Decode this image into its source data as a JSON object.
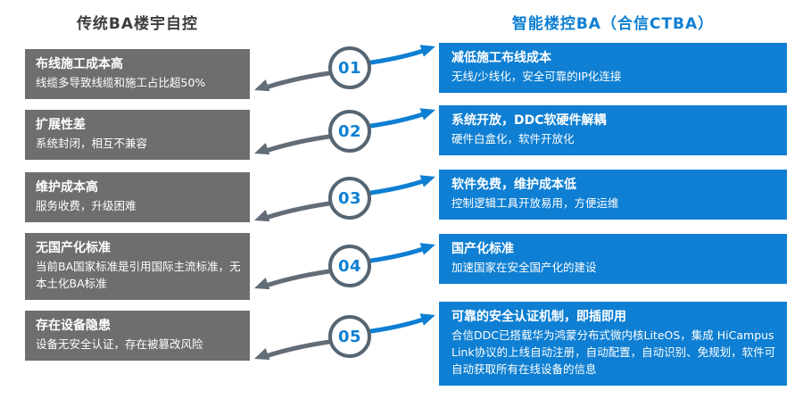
{
  "headers": {
    "left": "传统BA楼宇自控",
    "right": "智能楼控BA（合信CTBA）"
  },
  "colors": {
    "blue": "#0e7fd2",
    "gray_box": "#6e6e6e",
    "gray_arrow": "#636d77",
    "ring": "#566572"
  },
  "rows": [
    {
      "number": "01",
      "left": {
        "title": "布线施工成本高",
        "desc": "线缆多导致线缆和施工占比超50%"
      },
      "right": {
        "title": "减低施工布线成本",
        "desc": "无线/少线化，安全可靠的IP化连接"
      }
    },
    {
      "number": "02",
      "left": {
        "title": "扩展性差",
        "desc": "系统封闭，相互不兼容"
      },
      "right": {
        "title": "系统开放，DDC软硬件解耦",
        "desc": "硬件白盒化，软件开放化"
      }
    },
    {
      "number": "03",
      "left": {
        "title": "维护成本高",
        "desc": "服务收费，升级困难"
      },
      "right": {
        "title": "软件免费，维护成本低",
        "desc": "控制逻辑工具开放易用，方便运维"
      }
    },
    {
      "number": "04",
      "left": {
        "title": "无国产化标准",
        "desc": "当前BA国家标准是引用国际主流标准，无本土化BA标准"
      },
      "right": {
        "title": "国产化标准",
        "desc": "加速国家在安全国产化的建设"
      }
    },
    {
      "number": "05",
      "left": {
        "title": "存在设备隐患",
        "desc": "设备无安全认证，存在被篡改风险"
      },
      "right": {
        "title": "可靠的安全认证机制，即插即用",
        "desc": "合信DDC已搭载华为鸿蒙分布式微内核LiteOS，集成 HiCampus Link协议的上线自动注册，自动配置，自动识别、免规划，软件可自动获取所有在线设备的信息"
      }
    }
  ]
}
